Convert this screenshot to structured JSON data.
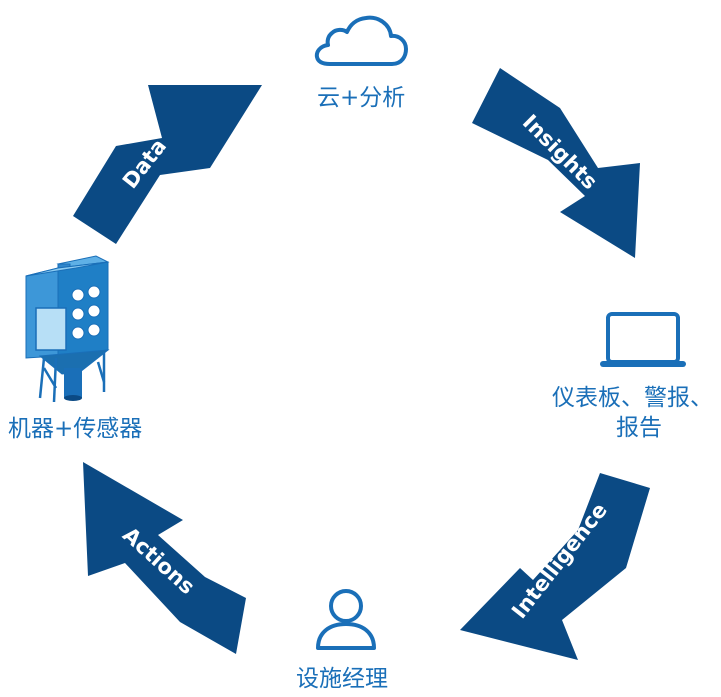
{
  "colors": {
    "arrow": "#0b4a84",
    "accent": "#1a6fb8",
    "text_on_arrow": "#ffffff"
  },
  "nodes": {
    "cloud": {
      "icon": "cloud-icon",
      "label": "云+分析"
    },
    "dashboard": {
      "icon": "laptop-icon",
      "label_line1": "仪表板、警报、",
      "label_line2": "报告"
    },
    "manager": {
      "icon": "person-icon",
      "label": "设施经理"
    },
    "machine": {
      "icon": "dust-collector-icon",
      "label": "机器+传感器"
    }
  },
  "arrows": {
    "data": "Data",
    "insights": "Insights",
    "intelligence": "Intelligence",
    "actions": "Actions"
  }
}
